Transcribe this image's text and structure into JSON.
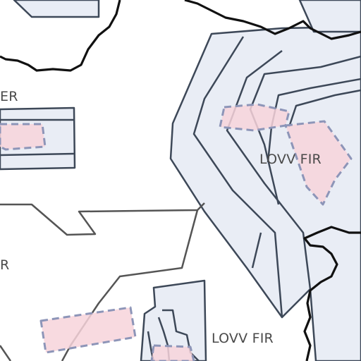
{
  "map": {
    "labels": {
      "fir_lovv_east": "LOVV FIR",
      "fir_lovv_south": "LOVV FIR",
      "fir_left_top": "ER",
      "fir_left_mid": "R"
    },
    "colors": {
      "background": "#ffffff",
      "airspace_fill": "#e9edf5",
      "airspace_stroke": "#3d4858",
      "restricted_fill": "#f7d3db",
      "restricted_stroke": "#8d95b8",
      "border_line": "#111111",
      "fir_boundary": "#555555",
      "label_text": "#4a4a4a"
    }
  }
}
